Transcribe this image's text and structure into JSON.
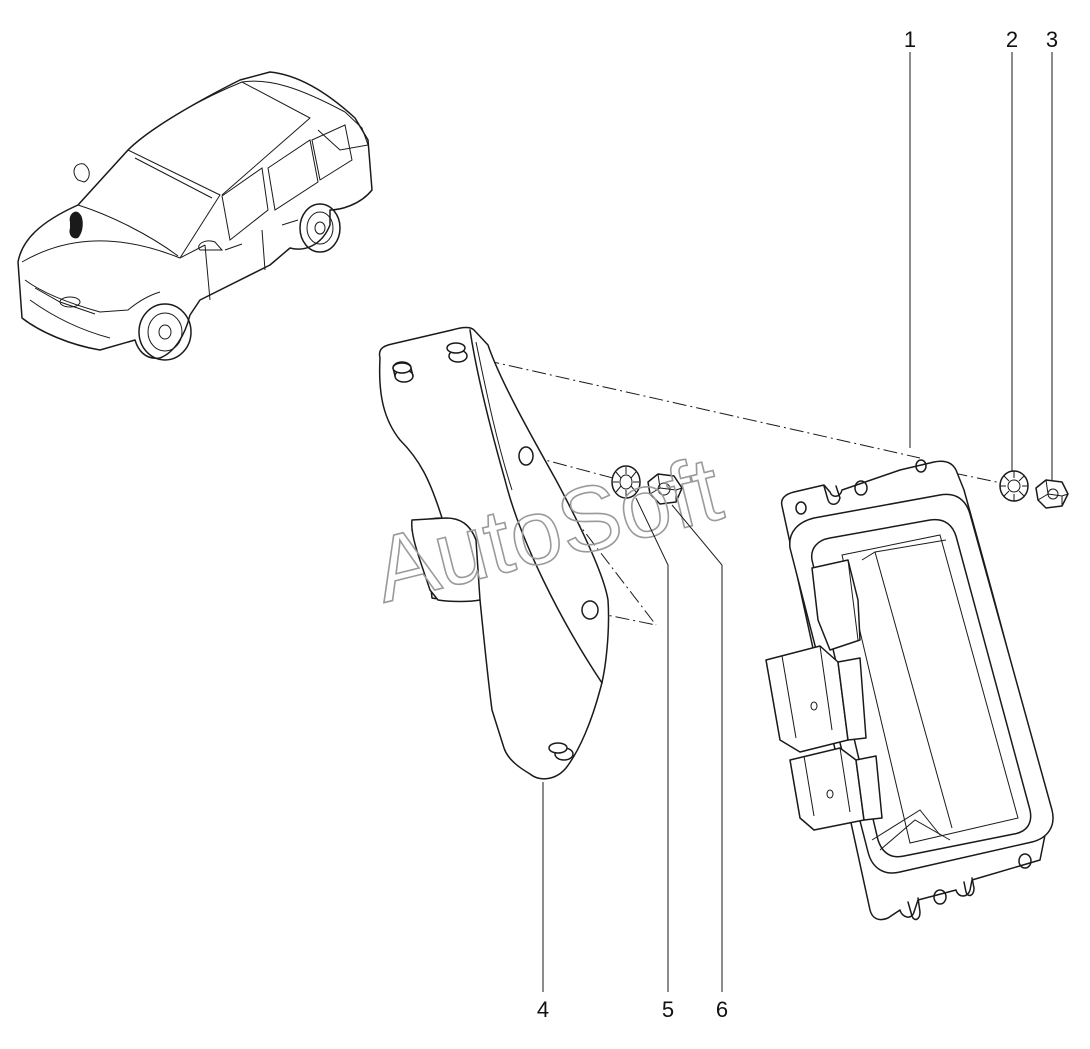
{
  "watermark": "AutoSoft",
  "callouts": [
    {
      "id": "1",
      "label": "1"
    },
    {
      "id": "2",
      "label": "2"
    },
    {
      "id": "3",
      "label": "3"
    },
    {
      "id": "4",
      "label": "4"
    },
    {
      "id": "5",
      "label": "5"
    },
    {
      "id": "6",
      "label": "6"
    }
  ]
}
